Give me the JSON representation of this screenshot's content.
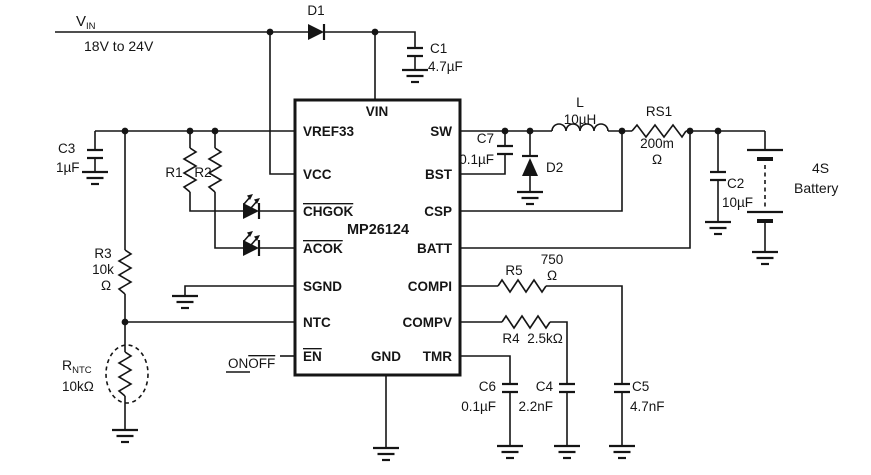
{
  "schematic": {
    "input": {
      "name": "V",
      "name_sub": "IN",
      "range": "18V to 24V"
    },
    "ic": {
      "part": "MP26124",
      "pin_top": "VIN",
      "pin_bottom": "GND",
      "left_pins": [
        "VREF33",
        "VCC",
        "CHGOK",
        "ACOK",
        "SGND",
        "NTC",
        "EN"
      ],
      "right_pins": [
        "SW",
        "BST",
        "CSP",
        "BATT",
        "COMPI",
        "COMPV",
        "TMR"
      ]
    },
    "enable": {
      "on": "ON",
      "off": "OFF"
    },
    "battery": {
      "line1": "4S",
      "line2": "Battery"
    },
    "components": {
      "d1": {
        "ref": "D1"
      },
      "d2": {
        "ref": "D2"
      },
      "l1": {
        "ref": "L",
        "value": "10µH"
      },
      "rs1": {
        "ref": "RS1",
        "value": "200m",
        "unit": "Ω"
      },
      "c1": {
        "ref": "C1",
        "value": "4.7µF"
      },
      "c2": {
        "ref": "C2",
        "value": "10µF"
      },
      "c3": {
        "ref": "C3",
        "value": "1µF"
      },
      "c4": {
        "ref": "C4",
        "value": "2.2nF"
      },
      "c5": {
        "ref": "C5",
        "value": "4.7nF"
      },
      "c6": {
        "ref": "C6",
        "value": "0.1µF"
      },
      "c7": {
        "ref": "C7",
        "value": "0.1µF"
      },
      "r1": {
        "ref": "R1"
      },
      "r2": {
        "ref": "R2"
      },
      "r3": {
        "ref": "R3",
        "value": "10k",
        "unit": "Ω"
      },
      "r4": {
        "ref": "R4",
        "value": "2.5kΩ"
      },
      "r5": {
        "ref": "R5",
        "value": "750",
        "unit": "Ω"
      },
      "rntc": {
        "ref": "R",
        "ref_sub": "NTC",
        "value": "10kΩ"
      }
    }
  }
}
